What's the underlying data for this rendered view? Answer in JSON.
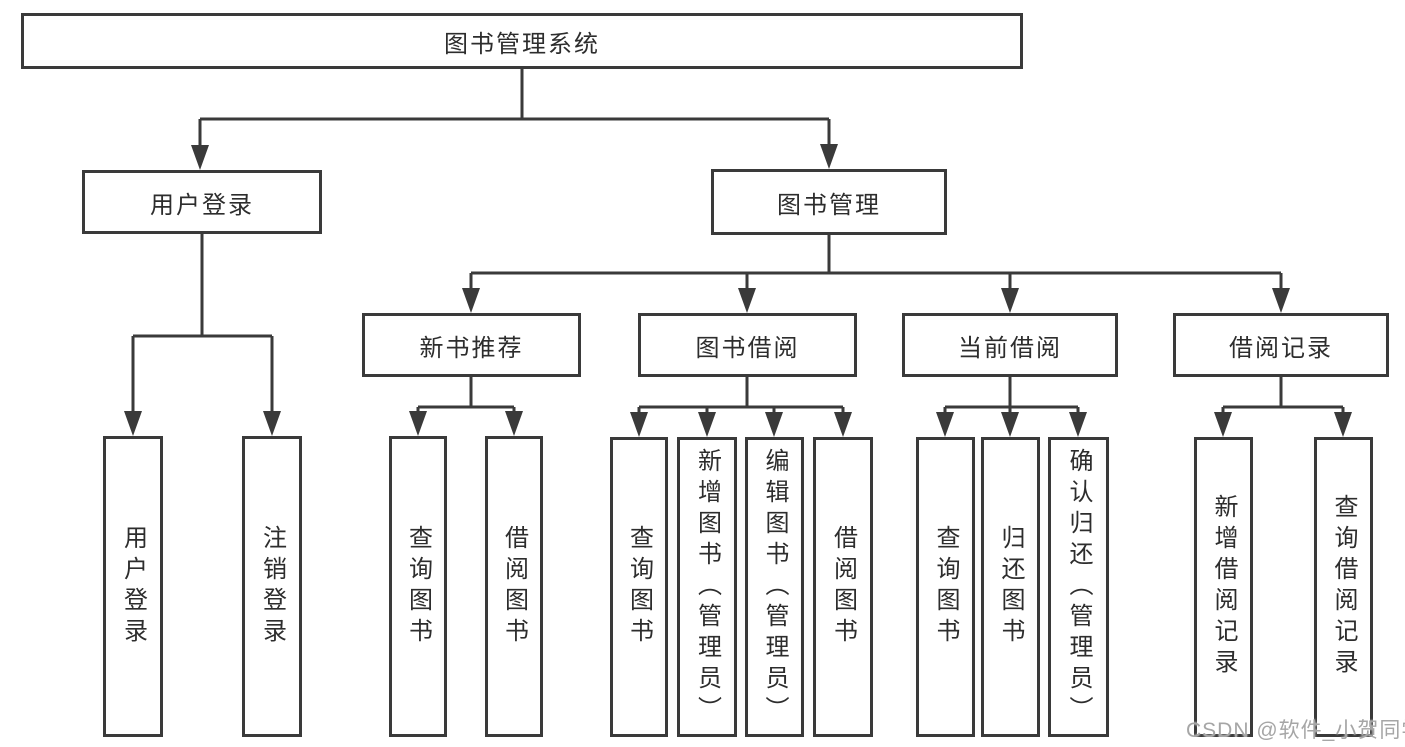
{
  "page": {
    "type": "hierarchy-diagram"
  },
  "colors": {
    "line": "#3a3a3a",
    "box_border": "#3a3a3a",
    "box_background": "#ffffff",
    "text": "#2d2d2d",
    "watermark": "#a6a6a6",
    "page_background": "#ffffff"
  },
  "watermark": {
    "text": "CSDN @软件_小贺同学"
  },
  "tree": {
    "label": "图书管理系统",
    "children": [
      {
        "label": "用户登录",
        "children": [
          {
            "label": "用户登录"
          },
          {
            "label": "注销登录"
          }
        ]
      },
      {
        "label": "图书管理",
        "children": [
          {
            "label": "新书推荐",
            "children": [
              {
                "label": "查询图书"
              },
              {
                "label": "借阅图书"
              }
            ]
          },
          {
            "label": "图书借阅",
            "children": [
              {
                "label": "查询图书"
              },
              {
                "label": "新增图书（管理员）"
              },
              {
                "label": "编辑图书（管理员）"
              },
              {
                "label": "借阅图书"
              }
            ]
          },
          {
            "label": "当前借阅",
            "children": [
              {
                "label": "查询图书"
              },
              {
                "label": "归还图书"
              },
              {
                "label": "确认归还（管理员）"
              }
            ]
          },
          {
            "label": "借阅记录",
            "children": [
              {
                "label": "新增借阅记录"
              },
              {
                "label": "查询借阅记录"
              }
            ]
          }
        ]
      }
    ]
  }
}
